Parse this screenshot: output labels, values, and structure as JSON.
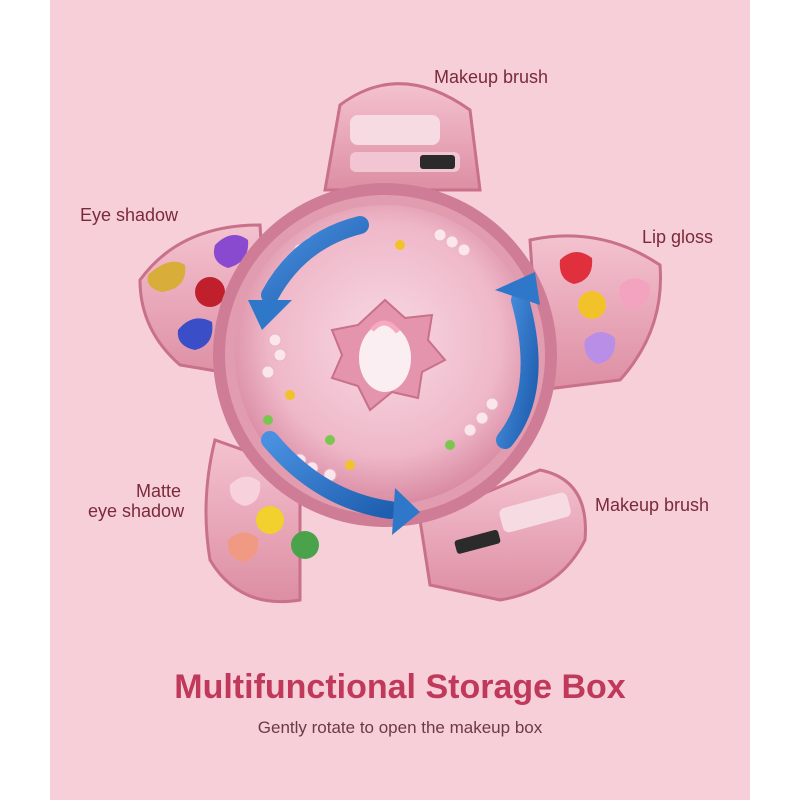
{
  "callouts": {
    "makeup_brush_top": "Makeup brush",
    "eye_shadow": "Eye shadow",
    "lip_gloss": "Lip gloss",
    "matte_line1": "Matte",
    "matte_line2": "eye shadow",
    "makeup_brush_bottom": "Makeup brush"
  },
  "heading": {
    "title": "Multifunctional Storage Box",
    "subtitle": "Gently rotate to open the makeup box"
  },
  "colors": {
    "background": "#f6cfd8",
    "title": "#c0395a",
    "arrow": "#2f78c9"
  }
}
